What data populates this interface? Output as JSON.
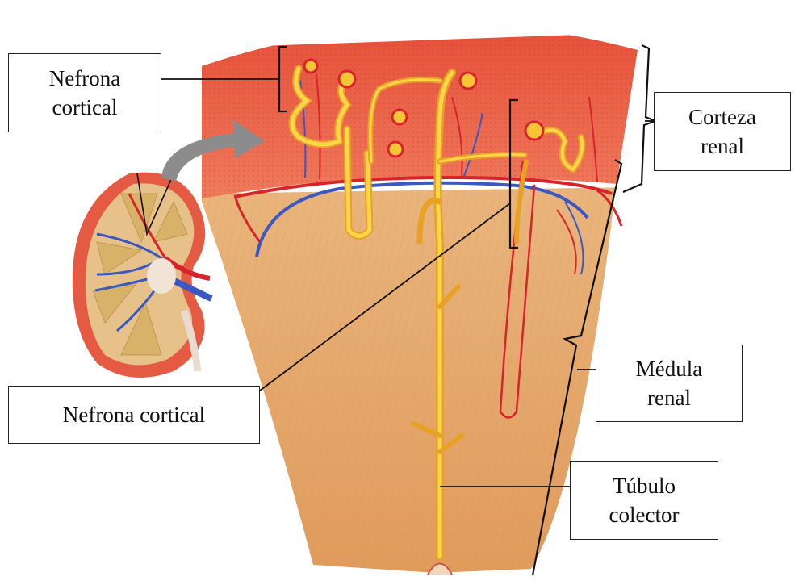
{
  "labels": {
    "nefrona_cortical_top": "Nefrona\ncortical",
    "corteza_renal": "Corteza\nrenal",
    "nefrona_cortical_bottom": "Nefrona cortical",
    "medula_renal": "Médula\nrenal",
    "tubulo_colector": "Túbulo\ncolector"
  },
  "colors": {
    "cortex": "#e2583f",
    "medulla": "#e3ad6f",
    "tubule": "#f6c536",
    "artery": "#d8232a",
    "vein": "#3b57c4",
    "arrow": "#8c8c8c"
  }
}
